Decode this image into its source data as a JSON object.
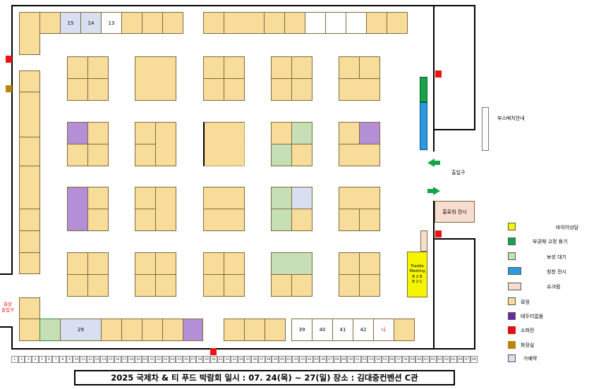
{
  "booth_numbers": {
    "top": [
      "15",
      "14",
      "13"
    ],
    "bottom_left": "29",
    "bottom_right": [
      "39",
      "40",
      "41",
      "42",
      "나"
    ]
  },
  "labels": {
    "booth_sign": "부스배치안내",
    "entrance": "출입구",
    "promo_zone": "홍로워 전시",
    "restroom_exit": "화장\n출입구",
    "trade_meeting": "Tradde\nMeeting\nB 2 B\nB 2 C"
  },
  "legend": [
    {
      "label": "바이어상담",
      "color": "#f5f500"
    },
    {
      "label": "부공해 고정 용기",
      "color": "#16a34a"
    },
    {
      "label": "보성 대기",
      "color": "#c6dfb5"
    },
    {
      "label": "칭찬 전시",
      "color": "#2d9ae0"
    },
    {
      "label": "슈크림",
      "color": "#f7ddd0"
    },
    {
      "label": "확정",
      "color": "#f8dc9a"
    },
    {
      "label": "테두리없음",
      "color": "#6a2aa8"
    },
    {
      "label": "소화전",
      "color": "#e11111"
    },
    {
      "label": "화장실",
      "color": "#b8860b"
    },
    {
      "label": "가예약",
      "color": "#d7dff0"
    }
  ],
  "ruler": [
    "1",
    "2",
    "3",
    "4",
    "5",
    "6",
    "7",
    "8",
    "9",
    "10",
    "11",
    "12",
    "13",
    "14",
    "15",
    "16",
    "17",
    "18",
    "19",
    "20",
    "21",
    "22",
    "23",
    "24",
    "25",
    "26",
    "27",
    "28",
    "29",
    "30",
    "31",
    "32",
    "33",
    "34",
    "35",
    "36",
    "37",
    "38",
    "39",
    "40",
    "41",
    "42",
    "43",
    "44",
    "45",
    "46",
    "47",
    "48",
    "49",
    "50",
    "51",
    "52",
    "53",
    "54",
    "55",
    "56",
    "57",
    "58",
    "59",
    "60",
    "61",
    "62",
    "63",
    "64",
    "65",
    "66",
    "67",
    "68"
  ],
  "footer": "2025 국제차 & 티 푸드 박람회  일시 : 07. 24(목) ~ 27(일) 장소 : 김대중컨벤션 C관"
}
